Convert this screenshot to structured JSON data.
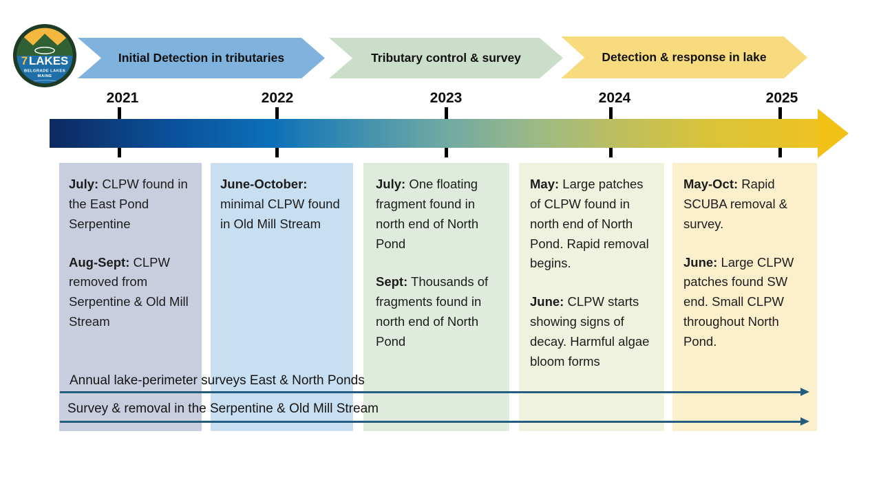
{
  "logo": {
    "seven": "7",
    "lakes": "LAKES",
    "sub1": "BELGRADE LAKES",
    "sub2": "MAINE"
  },
  "phases": [
    {
      "label": "Initial Detection in tributaries",
      "color": "#7fb2dd"
    },
    {
      "label": "Tributary control & survey",
      "color": "#cbdeca"
    },
    {
      "label": "Detection & response in lake",
      "color": "#f8db7f"
    }
  ],
  "years": [
    "2021",
    "2022",
    "2023",
    "2024",
    "2025"
  ],
  "timeline": {
    "gradient_start": "#0d2960",
    "gradient_mid": "#6fa8a4",
    "gradient_end": "#edc321",
    "arrowhead_color": "#f2c117"
  },
  "columns": [
    {
      "year": "2021",
      "bg": "#c9cedf",
      "events": [
        {
          "lead": "July:",
          "text": " CLPW found in the East Pond Serpentine"
        },
        {
          "lead": "Aug-Sept:",
          "text": " CLPW removed from Serpentine & Old Mill Stream"
        }
      ]
    },
    {
      "year": "2022",
      "bg": "#c8dff1",
      "events": [
        {
          "lead": "June-October:",
          "text": " minimal CLPW found in Old Mill Stream"
        }
      ]
    },
    {
      "year": "2023",
      "bg": "#dfecdd",
      "events": [
        {
          "lead": "July:",
          "text": " One floating fragment found in north end of North Pond"
        },
        {
          "lead": "Sept:",
          "text": " Thousands of fragments found in north end of North Pond"
        }
      ]
    },
    {
      "year": "2024",
      "bg": "#eef2df",
      "events": [
        {
          "lead": "May:",
          "text": " Large patches of CLPW found in north end of North Pond. Rapid removal begins."
        },
        {
          "lead": "June:",
          "text": " CLPW starts showing signs of decay. Harmful algae bloom forms"
        }
      ]
    },
    {
      "year": "2025",
      "bg": "#fbf0cb",
      "events": [
        {
          "lead": "May-Oct:",
          "text": " Rapid SCUBA removal & survey."
        },
        {
          "lead": "June:",
          "text": " Large CLPW patches found SW end. Small CLPW throughout North Pond."
        }
      ]
    }
  ],
  "bottom_arrows": [
    {
      "label": "Annual lake-perimeter surveys East & North Ponds",
      "color": "#235e80"
    },
    {
      "label": "Survey & removal in the Serpentine & Old Mill Stream",
      "color": "#235e80"
    }
  ]
}
